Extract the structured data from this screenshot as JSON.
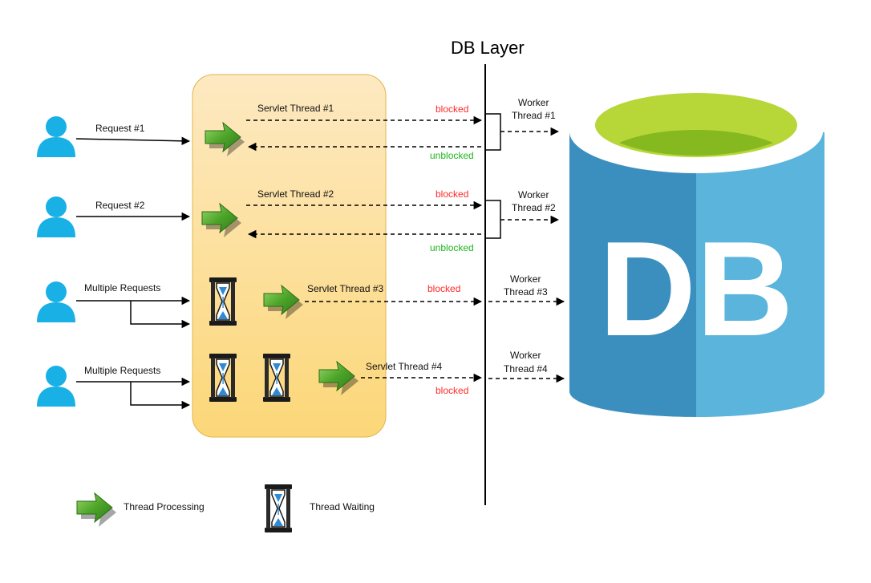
{
  "title": "DB Layer",
  "db_label": "DB",
  "colors": {
    "user": "#19b0e6",
    "container_top": "#fde9c2",
    "container_bottom": "#fcd778",
    "container_border": "#e2b44a",
    "blocked": "#ff2a2a",
    "unblocked": "#1fb51f",
    "db_side_dark": "#3a8fbf",
    "db_side_light": "#5ab4dc",
    "db_top_light": "#b7d637",
    "db_top_dark": "#86b820",
    "arrow_green": "#5caa2a"
  },
  "requests": [
    {
      "label": "Request #1"
    },
    {
      "label": "Request #2"
    },
    {
      "label": "Multiple Requests"
    },
    {
      "label": "Multiple Requests"
    }
  ],
  "servlet_threads": [
    {
      "label": "Servlet Thread #1",
      "status": "blocked",
      "return_status": "unblocked"
    },
    {
      "label": "Servlet Thread #2",
      "status": "blocked",
      "return_status": "unblocked"
    },
    {
      "label": "Servlet Thread #3",
      "status": "blocked"
    },
    {
      "label": "Servlet Thread #4",
      "status": "blocked"
    }
  ],
  "worker_threads": [
    {
      "line1": "Worker",
      "line2": "Thread #1"
    },
    {
      "line1": "Worker",
      "line2": "Thread #2"
    },
    {
      "line1": "Worker",
      "line2": "Thread #3"
    },
    {
      "line1": "Worker",
      "line2": "Thread #4"
    }
  ],
  "legend": {
    "processing_label": "Thread Processing",
    "waiting_label": "Thread Waiting",
    "processing_icon": "green-arrow-icon",
    "waiting_icon": "hourglass-icon"
  }
}
